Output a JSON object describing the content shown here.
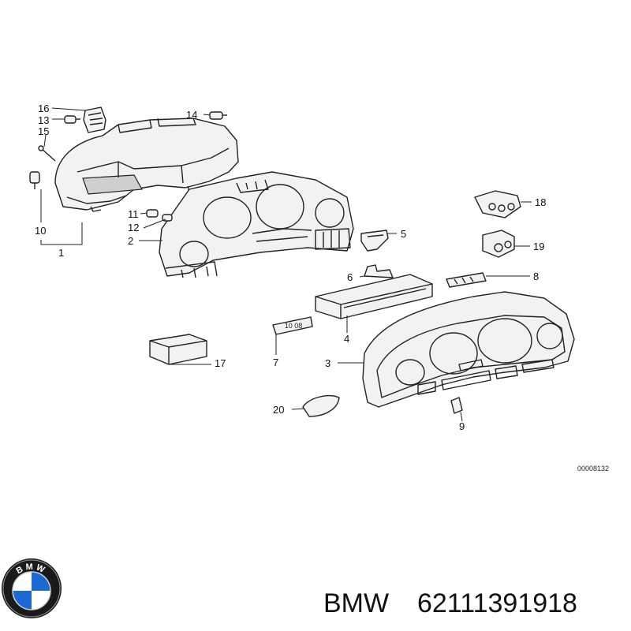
{
  "diagram": {
    "drawing_number": "00008132",
    "callouts": {
      "c1": "1",
      "c2": "2",
      "c3": "3",
      "c4": "4",
      "c5": "5",
      "c6": "6",
      "c7": "7",
      "c8": "8",
      "c9": "9",
      "c10": "10",
      "c11": "11",
      "c12": "12",
      "c13": "13",
      "c14": "14",
      "c15": "15",
      "c16": "16",
      "c17": "17",
      "c18": "18",
      "c19": "19",
      "c20": "20"
    },
    "label_7_part": "10 08"
  },
  "footer": {
    "brand": "BMW",
    "part_number": "62111391918",
    "logo_letters": "BMW",
    "colors": {
      "logo_blue": "#1c69d4",
      "logo_ring": "#1a1a1a"
    }
  }
}
